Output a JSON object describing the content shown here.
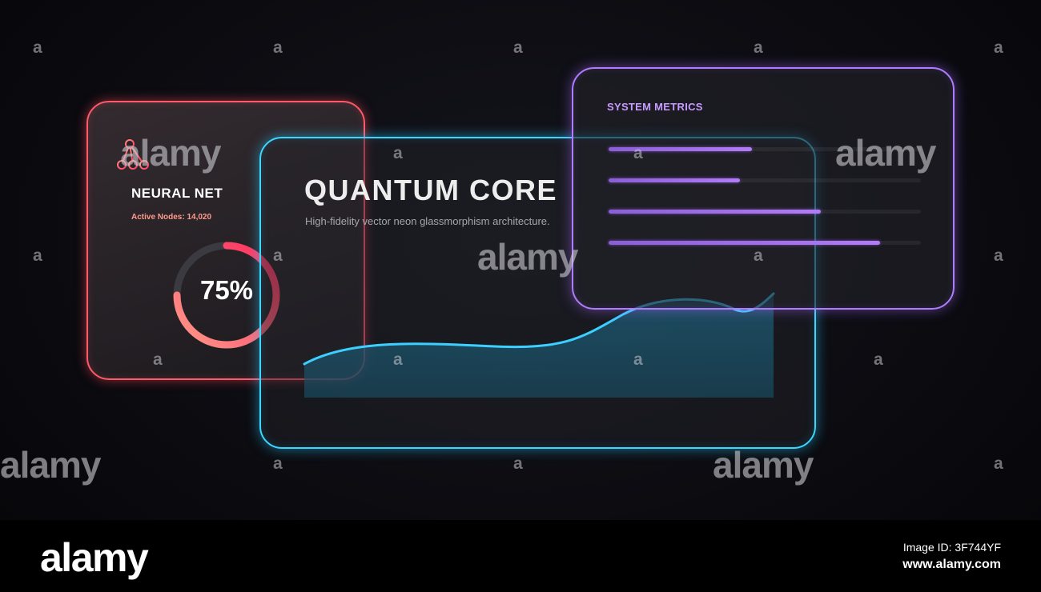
{
  "neural_card": {
    "title": "NEURAL NET",
    "subtitle": "Active Nodes: 14,020",
    "gauge_value": "75%",
    "gauge_progress": 0.75,
    "accent_color": "#ff4d6d",
    "icon": "node-network-icon"
  },
  "quantum_card": {
    "title": "QUANTUM CORE",
    "subtitle": "High-fidelity vector neon glassmorphism architecture.",
    "accent_color": "#33d6ff"
  },
  "metrics_card": {
    "title": "SYSTEM METRICS",
    "accent_color": "#a66cff",
    "bars": [
      {
        "value": 0.46
      },
      {
        "value": 0.42
      },
      {
        "value": 0.68
      },
      {
        "value": 0.87
      }
    ]
  },
  "watermark": {
    "brand": "alamy",
    "letter": "a"
  },
  "footer": {
    "logo": "alamy",
    "image_id": "Image ID: 3F744YF",
    "url": "www.alamy.com"
  }
}
